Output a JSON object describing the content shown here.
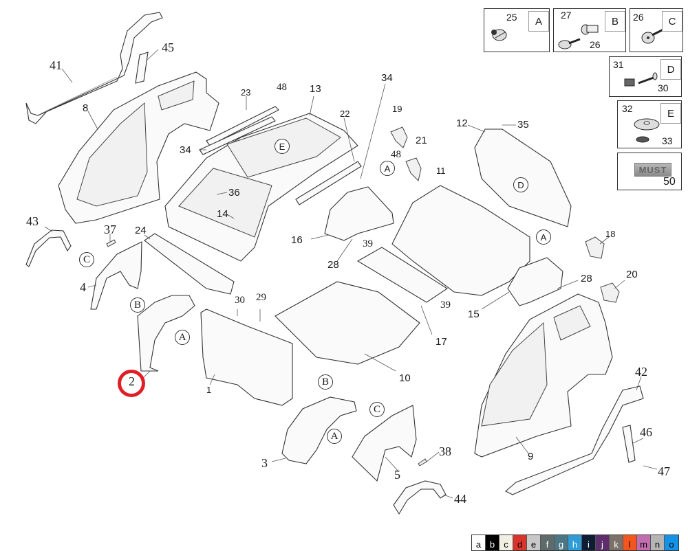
{
  "diagram": {
    "title": "Body shell exploded parts diagram",
    "part_labels": [
      {
        "id": "41",
        "text": "41"
      },
      {
        "id": "45",
        "text": "45"
      },
      {
        "id": "8",
        "text": "8"
      },
      {
        "id": "23",
        "text": "23"
      },
      {
        "id": "48a",
        "text": "48"
      },
      {
        "id": "13",
        "text": "13"
      },
      {
        "id": "34a",
        "text": "34"
      },
      {
        "id": "34b",
        "text": "34"
      },
      {
        "id": "22",
        "text": "22"
      },
      {
        "id": "19",
        "text": "19"
      },
      {
        "id": "48b",
        "text": "48"
      },
      {
        "id": "21",
        "text": "21"
      },
      {
        "id": "12",
        "text": "12"
      },
      {
        "id": "35",
        "text": "35"
      },
      {
        "id": "36",
        "text": "36"
      },
      {
        "id": "14",
        "text": "14"
      },
      {
        "id": "11",
        "text": "11"
      },
      {
        "id": "16",
        "text": "16"
      },
      {
        "id": "28a",
        "text": "28"
      },
      {
        "id": "39a",
        "text": "39"
      },
      {
        "id": "43",
        "text": "43"
      },
      {
        "id": "37",
        "text": "37"
      },
      {
        "id": "24",
        "text": "24"
      },
      {
        "id": "4",
        "text": "4"
      },
      {
        "id": "18",
        "text": "18"
      },
      {
        "id": "28b",
        "text": "28"
      },
      {
        "id": "20",
        "text": "20"
      },
      {
        "id": "15",
        "text": "15"
      },
      {
        "id": "39b",
        "text": "39"
      },
      {
        "id": "30",
        "text": "30"
      },
      {
        "id": "29",
        "text": "29"
      },
      {
        "id": "17",
        "text": "17"
      },
      {
        "id": "2",
        "text": "2"
      },
      {
        "id": "1",
        "text": "1"
      },
      {
        "id": "10",
        "text": "10"
      },
      {
        "id": "42",
        "text": "42"
      },
      {
        "id": "3",
        "text": "3"
      },
      {
        "id": "5",
        "text": "5"
      },
      {
        "id": "38",
        "text": "38"
      },
      {
        "id": "9",
        "text": "9"
      },
      {
        "id": "46",
        "text": "46"
      },
      {
        "id": "47",
        "text": "47"
      },
      {
        "id": "44",
        "text": "44"
      }
    ],
    "callouts": [
      {
        "id": "E",
        "text": "E"
      },
      {
        "id": "A1",
        "text": "A"
      },
      {
        "id": "D",
        "text": "D"
      },
      {
        "id": "C1",
        "text": "C"
      },
      {
        "id": "B1",
        "text": "B"
      },
      {
        "id": "A2",
        "text": "A"
      },
      {
        "id": "A3",
        "text": "A"
      },
      {
        "id": "B2",
        "text": "B"
      },
      {
        "id": "A4",
        "text": "A"
      },
      {
        "id": "C2",
        "text": "C"
      }
    ],
    "highlighted_part": "2",
    "highlight_color": "#e01e26"
  },
  "legend": [
    {
      "letter": "A",
      "parts": [
        "25"
      ]
    },
    {
      "letter": "B",
      "parts": [
        "27",
        "26"
      ]
    },
    {
      "letter": "C",
      "parts": [
        "26"
      ]
    },
    {
      "letter": "D",
      "parts": [
        "31",
        "30"
      ]
    },
    {
      "letter": "E",
      "parts": [
        "32",
        "33"
      ]
    },
    {
      "letter": "",
      "parts": [
        "50"
      ],
      "badge_text": "MUST"
    }
  ],
  "palette": [
    {
      "key": "a",
      "color": "#ffffff",
      "text_color": "#000000"
    },
    {
      "key": "b",
      "color": "#000000",
      "text_color": "#ffffff"
    },
    {
      "key": "c",
      "color": "#f1efe3",
      "text_color": "#000000"
    },
    {
      "key": "d",
      "color": "#d9342b",
      "text_color": "#000000"
    },
    {
      "key": "e",
      "color": "#c8c8c8",
      "text_color": "#000000"
    },
    {
      "key": "f",
      "color": "#5f6b6b",
      "text_color": "#ffffff"
    },
    {
      "key": "g",
      "color": "#4d7684",
      "text_color": "#ffffff"
    },
    {
      "key": "h",
      "color": "#2f9dd7",
      "text_color": "#ffffff"
    },
    {
      "key": "i",
      "color": "#0e1d33",
      "text_color": "#ffffff"
    },
    {
      "key": "j",
      "color": "#5e2d6b",
      "text_color": "#ffffff"
    },
    {
      "key": "k",
      "color": "#7c7168",
      "text_color": "#ffffff"
    },
    {
      "key": "l",
      "color": "#f2551e",
      "text_color": "#000000"
    },
    {
      "key": "m",
      "color": "#c26daf",
      "text_color": "#000000"
    },
    {
      "key": "n",
      "color": "#b5b5b5",
      "text_color": "#000000"
    },
    {
      "key": "o",
      "color": "#1493e6",
      "text_color": "#000000"
    }
  ]
}
